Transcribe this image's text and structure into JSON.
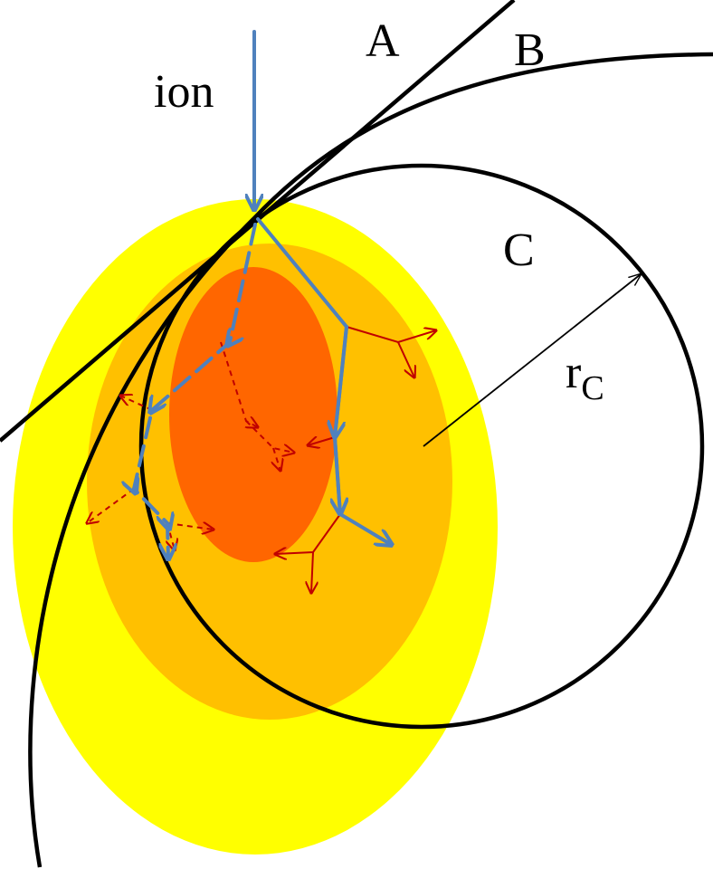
{
  "labels": {
    "ion": "ion",
    "A": "A",
    "B": "B",
    "C": "C",
    "radius_main": "r",
    "radius_sub": "C"
  },
  "colors": {
    "outer_zone": "#ffff00",
    "middle_zone": "#ffc000",
    "inner_zone": "#ff6600",
    "ion_path": "#4f81bd",
    "secondary_path": "#c00000",
    "curve": "#000000"
  }
}
